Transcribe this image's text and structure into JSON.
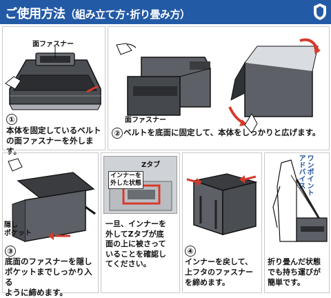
{
  "header": {
    "title": "ご使用方法",
    "subtitle": "（組み立て方･折り畳み方）"
  },
  "steps": [
    {
      "number": "①",
      "label": "面ファスナー",
      "text_lines": [
        "本体を固定しているベルト",
        "の面ファスナーを外します。"
      ]
    },
    {
      "number": "②",
      "label": "面ファスナー",
      "text_lines": [
        "ベルトを底面に固定して、本体をしっかりと広げます。"
      ]
    },
    {
      "number": "③",
      "label_lines": [
        "隠し",
        "ポケット"
      ],
      "text_lines": [
        "底面のファスナーを隠し",
        "ポケットまでしっかり入る",
        "ように締めます。"
      ]
    },
    {
      "label": "Zタブ",
      "callout_lines": [
        "インナーを",
        "外した状態"
      ],
      "text_lines": [
        "一旦、インナーを",
        "外してZタブが底",
        "面の上に被さって",
        "いることを確認し",
        "てください。"
      ]
    },
    {
      "number": "④",
      "text_lines": [
        "インナーを戻して、",
        "上フタのファスナー",
        "を締めます。"
      ]
    },
    {
      "point_lines": [
        "ワンポイント",
        "アドバイス"
      ],
      "text_lines": [
        "折り畳んだ状態",
        "でも持ち運びが",
        "簡単です。"
      ]
    }
  ],
  "colors": {
    "header": "#235aa6",
    "arrow": "#d63a2c",
    "bag": "#5d6066",
    "accent": "#1e4f9a"
  }
}
